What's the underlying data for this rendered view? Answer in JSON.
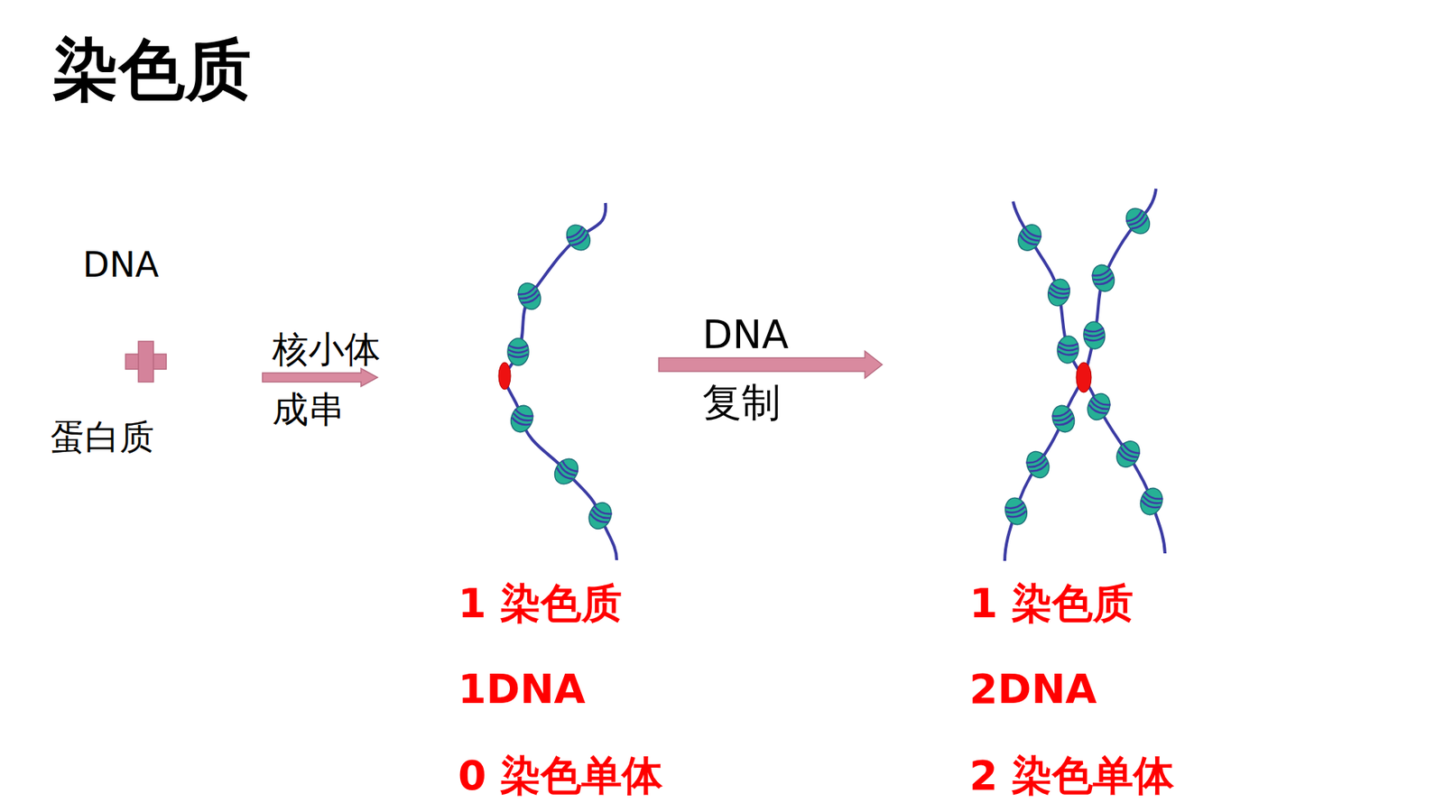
{
  "diagram": {
    "title": "染色质",
    "labels": [
      "DNA",
      "蛋白质",
      "核小体 成串",
      "DNA 复制",
      "1 染色质",
      "1DNA",
      "0 染色单体",
      "1 染色质",
      "2DNA",
      "2 染色单体"
    ]
  }
}
